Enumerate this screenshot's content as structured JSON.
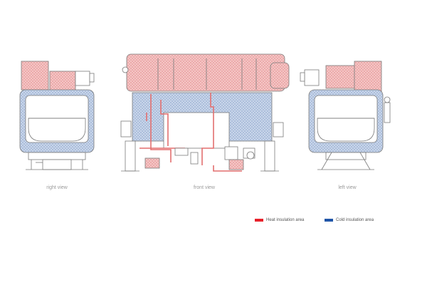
{
  "views": {
    "right": "right view",
    "front": "front view",
    "left": "left view"
  },
  "legend": {
    "heat": {
      "label": "Heat insulation area",
      "color": "#e8202a"
    },
    "cold": {
      "label": "Cold insulation area",
      "color": "#1f55a8"
    }
  },
  "colors": {
    "heat_fill": "#f4c6c6",
    "heat_hatch": "#e58f8f",
    "cold_fill": "#c9d6ea",
    "cold_hatch": "#8ea6cc",
    "line": "#7a7a7a",
    "pipe_red": "#e36f6f"
  }
}
